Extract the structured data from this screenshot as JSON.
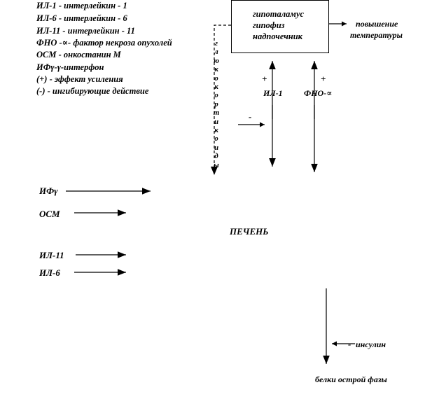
{
  "legend": [
    "ИЛ-1 - интерлейкин - 1",
    "ИЛ-6 - интерлейкин - 6",
    "ИЛ-11 - интерлейкин - 11",
    "ФНО -∝- фактор некроза опухолей",
    "ОСМ - онкостанин М",
    "ИФγ-γ-интерфон",
    "(+) - эффект усиления",
    "(-) - ингибирующие действие"
  ],
  "box": {
    "line1": "гипоталамус",
    "line2": "гипофиз",
    "line3": "надпочечник"
  },
  "fever_label": "повышение температуры",
  "fever_line1": "повышение",
  "fever_line2": "температуры",
  "vertical_label": "глюкокортикоиды",
  "il1_label": "ИЛ-1",
  "tnf_label": "ФНО-∝",
  "plus_sign": "+",
  "minus_sign": "-",
  "left_inputs": {
    "ifn": "ИФγ",
    "osm": "ОСМ",
    "il11": "ИЛ-11",
    "il6": "ИЛ-6"
  },
  "liver_label": "ПЕЧЕНЬ",
  "insulin_label": "инсулин",
  "acute_phase_label": "белки острой фазы"
}
